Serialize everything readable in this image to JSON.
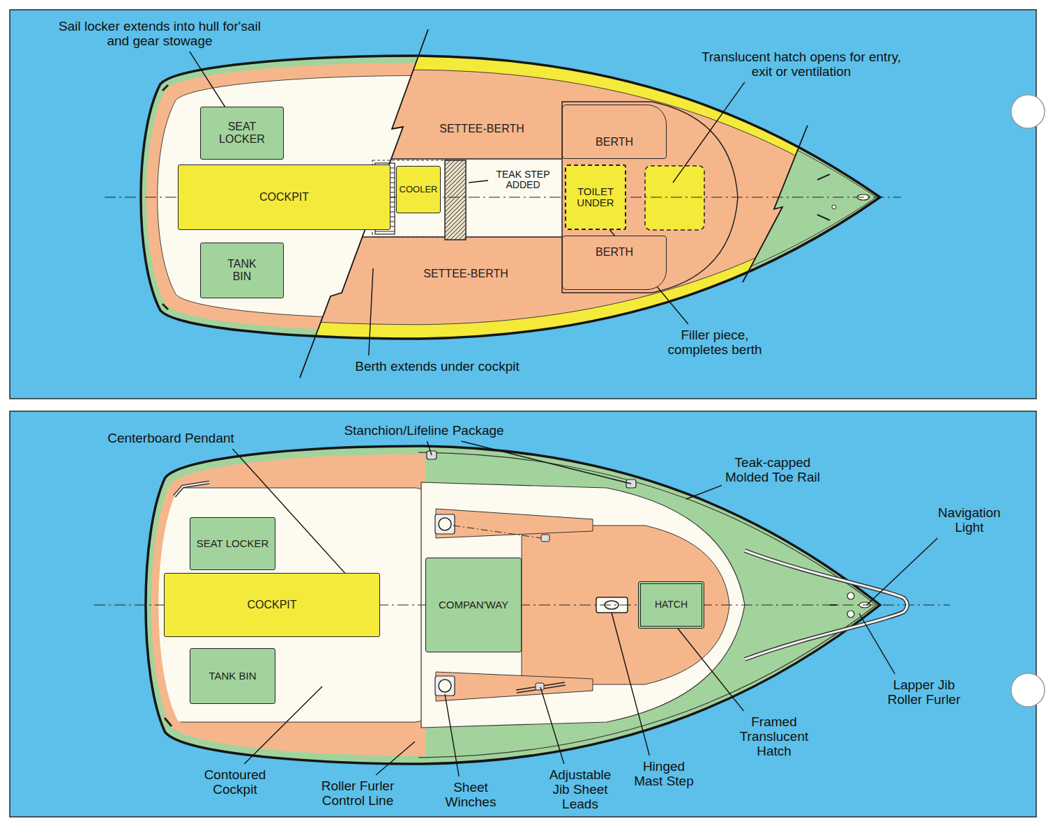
{
  "diagram": {
    "nodes": [
      {
        "text": [
          "SEAT LOCKER"
        ]
      },
      {
        "text": [
          "COCKPIT"
        ]
      },
      {
        "text": [
          "TANK BIN"
        ]
      },
      {
        "text": [
          "SETTEE-BERTH"
        ]
      },
      {
        "text": [
          "COOLER"
        ]
      },
      {
        "text": [
          "SETTEE-BERTH"
        ]
      },
      {
        "text": [
          "BERTH"
        ]
      },
      {
        "text": [
          "TOILET UNDER"
        ]
      },
      {
        "text": [
          "BERTH"
        ]
      },
      {
        "text": [
          "SEAT LOCKER"
        ]
      },
      {
        "text": [
          "COCKPIT"
        ]
      },
      {
        "text": [
          "TANK BIN"
        ]
      },
      {
        "text": [
          "COMPAN'WAY"
        ]
      },
      {
        "text": [
          "HATCH"
        ]
      }
    ],
    "labels": [
      "Sail locker extends into hull for'sail and gear stowage",
      "Translucent hatch opens for entry, exit or ventilation",
      "TEAK STEP ADDED",
      "Filler piece, completes berth",
      "Berth extends under cockpit",
      "Centerboard Pendant",
      "Stanchion/Lifeline Package",
      "Teak-capped Molded Toe Rail",
      "Navigation Light",
      "Lapper Jib Roller Furler",
      "Framed Translucent Hatch",
      "Hinged Mast Step",
      "Adjustable Jib Sheet Leads",
      "Sheet Winches",
      "Roller Furler Control Line",
      "Contoured Cockpit"
    ]
  }
}
